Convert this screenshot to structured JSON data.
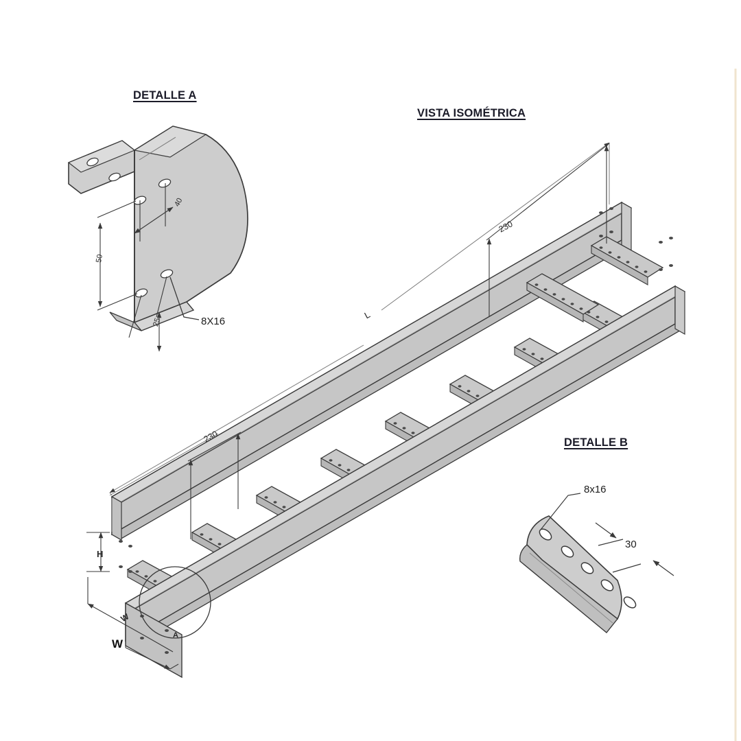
{
  "drawing": {
    "kind": "cable-ladder-tray-technical-drawing",
    "background_color": "#ffffff",
    "metal_fill": "#c6c6c6",
    "metal_fill_light": "#d2d2d2",
    "metal_fill_dark": "#b3b3b3",
    "line_color": "#3a3a3a",
    "dimension_color": "#4a4a4a",
    "title_color": "#1b1b28",
    "margin_rule_color": "#f0e4cf"
  },
  "views": {
    "detail_a": {
      "title": "DETALLE A",
      "labels": {
        "slot_size": "8X16",
        "dim_40": "40",
        "dim_50": "50",
        "dim_25": "25"
      }
    },
    "isometric": {
      "title": "VISTA ISOMÉTRICA",
      "labels": {
        "rung_pitch_top": "230",
        "rung_pitch_bottom": "230",
        "length": "L",
        "height": "H",
        "width_slanted": "W",
        "width": "W",
        "detail_marker": "A"
      },
      "rung_count": 11
    },
    "detail_b": {
      "title": "DETALLE B",
      "labels": {
        "slot_size": "8x16",
        "dim_30": "30"
      },
      "slot_count": 5
    }
  }
}
